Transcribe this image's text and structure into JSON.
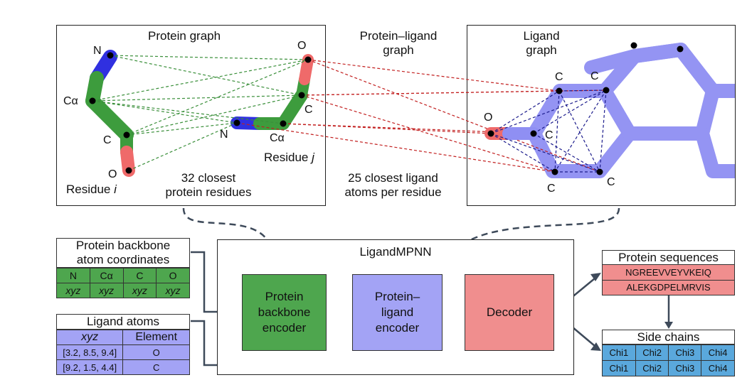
{
  "protein_graph": {
    "title": "Protein graph",
    "atoms": {
      "N": "N",
      "Ca": "Cα",
      "C": "C",
      "O": "O"
    },
    "residue_i_prefix": "Residue ",
    "residue_i_var": "i",
    "residue_j_prefix": "Residue ",
    "residue_j_var": "j",
    "caption_line1": "32 closest",
    "caption_line2": "protein residues"
  },
  "pl_graph": {
    "title_line1": "Protein–ligand",
    "title_line2": "graph",
    "caption_line1": "25 closest ligand",
    "caption_line2": "atoms per residue"
  },
  "ligand_graph": {
    "title_line1": "Ligand",
    "title_line2": "graph",
    "atom_O": "O",
    "atom_C": "C"
  },
  "backbone_table": {
    "title_line1": "Protein backbone",
    "title_line2": "atom coordinates",
    "headers": [
      "N",
      "Cα",
      "C",
      "O"
    ],
    "row": [
      "xyz",
      "xyz",
      "xyz",
      "xyz"
    ]
  },
  "ligand_table": {
    "title": "Ligand atoms",
    "headers": [
      "xyz",
      "Element"
    ],
    "rows": [
      [
        "[3.2, 8.5, 9.4]",
        "O"
      ],
      [
        "[9.2, 1.5, 4.4]",
        "C"
      ]
    ]
  },
  "model": {
    "title": "LigandMPNN",
    "backbone_encoder": "Protein backbone encoder",
    "ligand_encoder": "Protein–ligand encoder",
    "decoder": "Decoder"
  },
  "sequences": {
    "title": "Protein sequences",
    "items": [
      "NGREEVVEYVKEIQ",
      "ALEKGDPELMRVIS"
    ]
  },
  "side_chains": {
    "title": "Side chains",
    "rows": [
      [
        "Chi1",
        "Chi2",
        "Chi3",
        "Chi4"
      ],
      [
        "Chi1",
        "Chi2",
        "Chi3",
        "Chi4"
      ]
    ]
  },
  "colors": {
    "protein_green": "#3d9c3d",
    "encoder_green": "#4ea64e",
    "ligand_purple": "#a3a3f5",
    "decoder_red": "#f08e8e",
    "oxygen_red": "#ef6a6a",
    "nitrogen_blue": "#3030e0",
    "side_chain_blue": "#5aa8dc",
    "arrow_gray": "#3e4a5a"
  }
}
